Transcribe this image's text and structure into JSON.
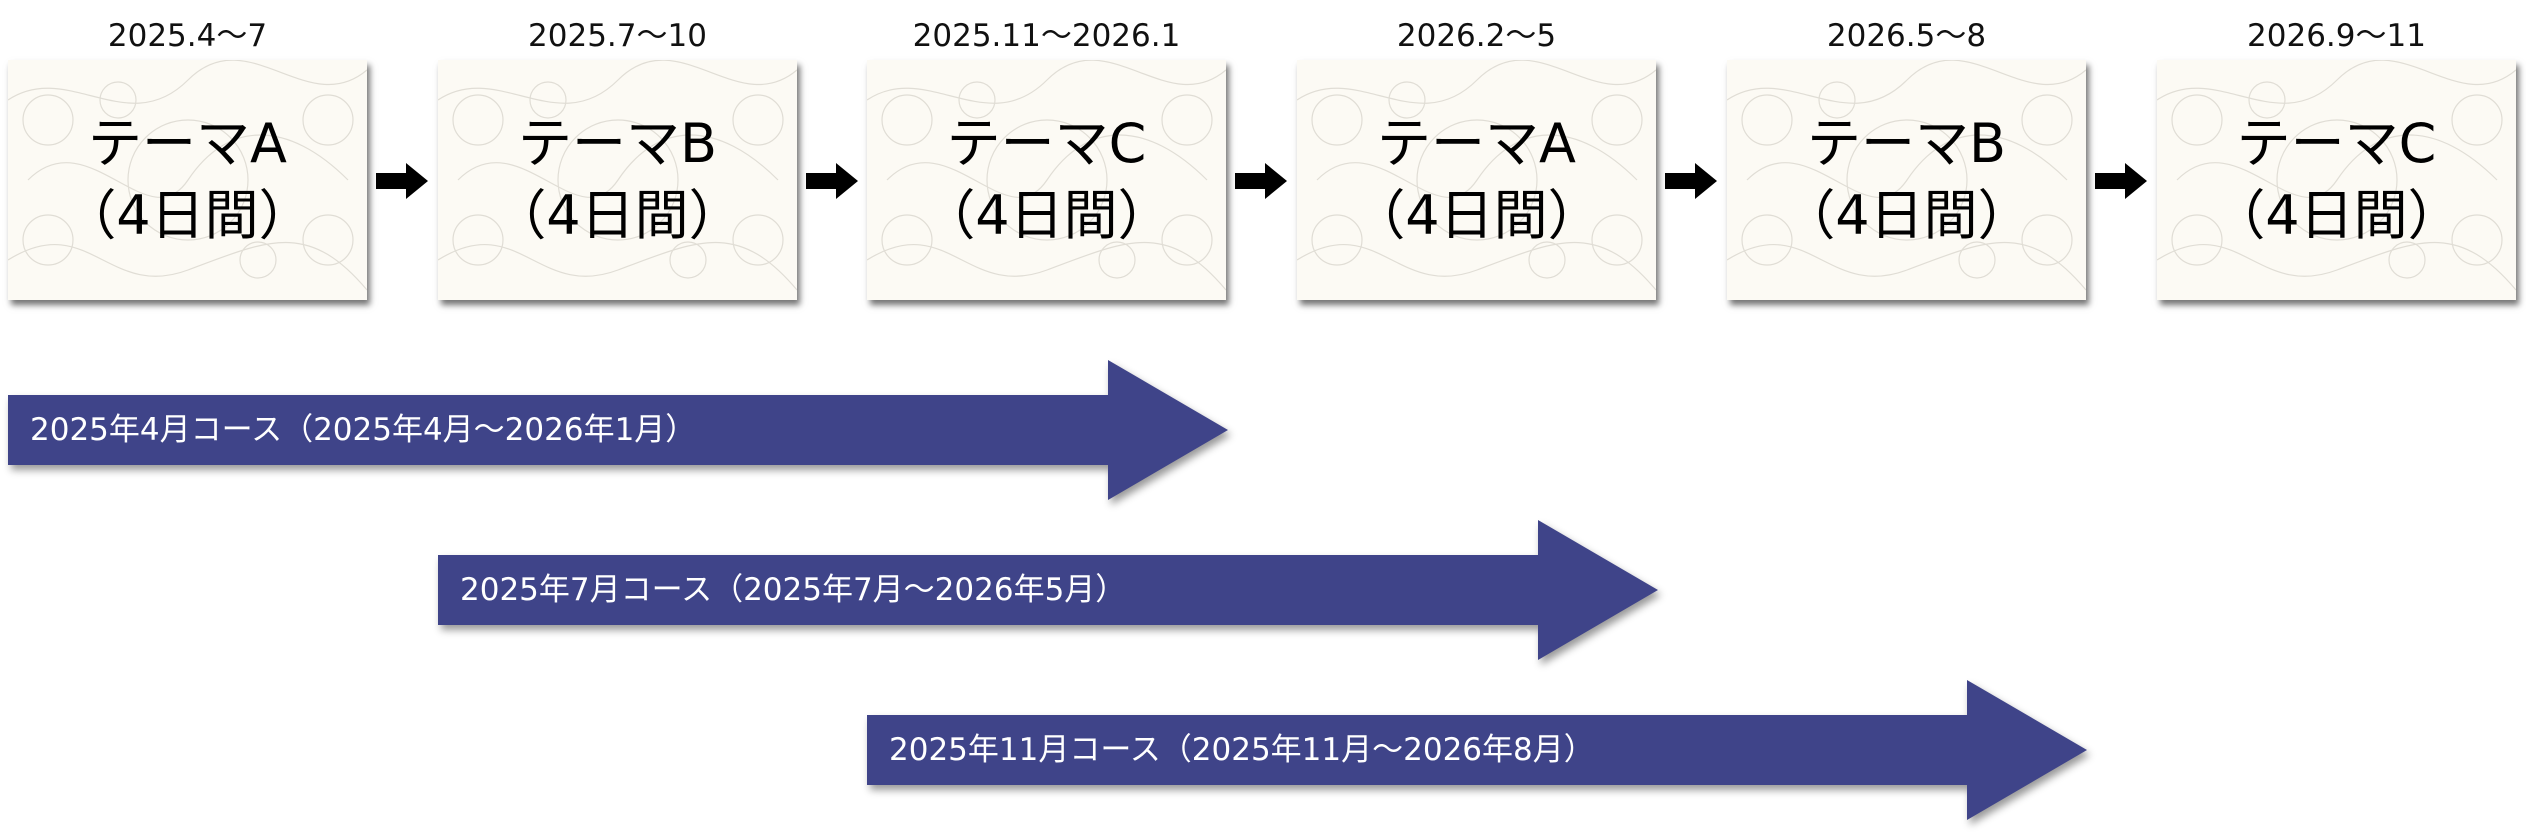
{
  "timeline": [
    {
      "date": "2025.4〜7",
      "theme": "テーマA",
      "duration": "（4日間）"
    },
    {
      "date": "2025.7〜10",
      "theme": "テーマB",
      "duration": "（4日間）"
    },
    {
      "date": "2025.11〜2026.1",
      "theme": "テーマC",
      "duration": "（4日間）"
    },
    {
      "date": "2026.2〜5",
      "theme": "テーマA",
      "duration": "（4日間）"
    },
    {
      "date": "2026.5〜8",
      "theme": "テーマB",
      "duration": "（4日間）"
    },
    {
      "date": "2026.9〜11",
      "theme": "テーマC",
      "duration": "（4日間）"
    }
  ],
  "courses": [
    {
      "label": "2025年4月コース（2025年4月〜2026年1月）"
    },
    {
      "label": "2025年7月コース（2025年7月〜2026年5月）"
    },
    {
      "label": "2025年11月コース（2025年11月〜2026年8月）"
    }
  ],
  "colors": {
    "course_arrow": "#3f4489",
    "box_bg": "#fcfaf4"
  }
}
